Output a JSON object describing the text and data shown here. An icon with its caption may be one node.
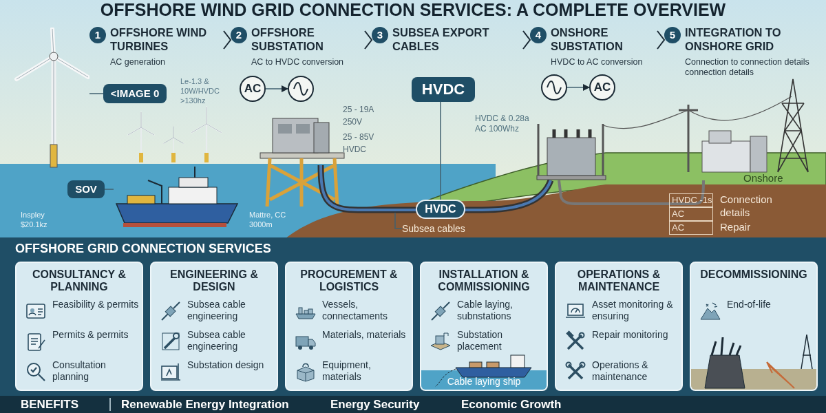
{
  "diagram": {
    "title": "OFFSHORE WIND GRID CONNECTION SERVICES: A COMPLETE OVERVIEW",
    "nodes": [
      {
        "text": [
          "1",
          "OFFSHORE WIND TURBINES",
          "AC generation"
        ]
      },
      {
        "text": [
          "2",
          "OFFSHORE SUBSTATION",
          "AC to HVDC conversion"
        ]
      },
      {
        "text": [
          "3",
          "SUBSEA EXPORT CABLES"
        ]
      },
      {
        "text": [
          "4",
          "ONSHORE SUBSTATION",
          "HVDC to AC conversion"
        ]
      },
      {
        "text": [
          "5",
          "INTEGRATION TO ONSHORE GRID",
          "Connection to connection details connection details"
        ]
      },
      {
        "text": [
          "AC"
        ]
      },
      {
        "text": [],
        "shape": "circle"
      },
      {
        "text": [],
        "shape": "circle"
      },
      {
        "text": [
          "AC"
        ]
      },
      {
        "text": [
          "<IMAGE 0"
        ]
      },
      {
        "text": [],
        "shape": "picture"
      },
      {
        "text": [
          "SOV"
        ]
      },
      {
        "text": [],
        "shape": "picture"
      },
      {
        "text": [
          "HVDC"
        ]
      },
      {
        "text": [
          "HVDC"
        ]
      },
      {
        "text": [
          "Subsea cables"
        ]
      },
      {
        "text": [
          "OFFSHORE GRID CONNECTION SERVICES"
        ]
      },
      {
        "text": [
          "CONSULTANCY & PLANNING",
          "Feasibility & permits",
          "Permits & permits",
          "Consultation planning"
        ],
        "in": 16
      },
      {
        "text": [
          "ENGINEERING & DESIGN",
          "Subsea cable engineering",
          "Subsea cable engineering",
          "Substation design"
        ],
        "in": 16
      },
      {
        "text": [
          "PROCUREMENT & LOGISTICS",
          "Vessels, connectaments",
          "Materials, materials",
          "Equipment, materials"
        ],
        "in": 16
      },
      {
        "text": [
          "INSTALLATION & COMMISSIONING",
          "Cable laying, subnstations",
          "Substation placement",
          "Cable laying ship"
        ],
        "in": 16
      },
      {
        "text": [
          "OPERATIONS & MAINTENANCE",
          "Asset monitoring & ensuring",
          "Repair monitoring",
          "Operations & maintenance"
        ],
        "in": 16
      },
      {
        "text": [
          "DECOMMISSIONING",
          "End-of-life"
        ],
        "in": 16
      }
    ],
    "edges": [
      {
        "from": 0,
        "to": 1,
        "arrow": "to"
      },
      {
        "from": 1,
        "to": 2,
        "arrow": "to"
      },
      {
        "from": 2,
        "to": 3,
        "arrow": "to"
      },
      {
        "from": 3,
        "to": 4,
        "arrow": "to"
      },
      {
        "from": 5,
        "to": 6,
        "arrow": "to"
      },
      {
        "from": 7,
        "to": 8,
        "arrow": "to"
      },
      {
        "from": 9,
        "to": 10,
        "arrow": "none"
      },
      {
        "from": 11,
        "to": 12,
        "arrow": "none"
      },
      {
        "from": 13,
        "to": 14,
        "arrow": "none"
      },
      {
        "from": 15,
        "to": null,
        "arrow": "none"
      }
    ],
    "labels": [
      "Le-1.3 & 10W/HVDC >130hz",
      "25 - 19A",
      "250V",
      "25 - 85V",
      "HVDC",
      "HVDC & 0.28a AC 100Whz",
      "Onshore",
      "Inspley $20.1kz",
      "Mattre, CC 3000m",
      "HVDC -1s",
      "AC",
      "AC",
      "Connection details",
      "Repair",
      "BENEFITS",
      "Renewable Energy Integration",
      "Energy Security",
      "Economic Growth"
    ]
  }
}
